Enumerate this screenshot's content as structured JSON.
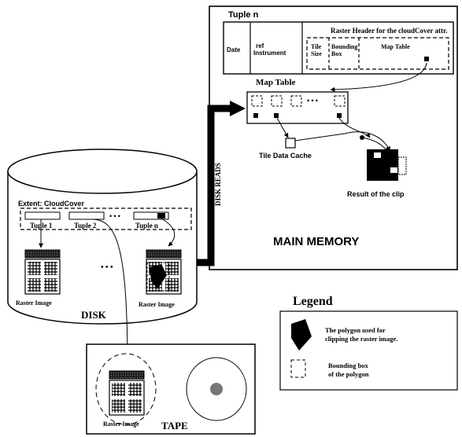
{
  "main_memory": {
    "label": "MAIN MEMORY",
    "tuple_title": "Tuple n",
    "header_title": "Raster Header for the cloudCover attr.",
    "cols": {
      "date": "Date",
      "ref_line1": "ref",
      "ref_line2": "Instrument",
      "tile_line1": "Tile",
      "tile_line2": "Size",
      "bbox_line1": "Bounding",
      "bbox_line2": "Box",
      "map": "Map Table"
    },
    "map_table_label": "Map Table",
    "ellipsis": "• • •",
    "tile_cache_label": "Tile Data Cache",
    "result_label": "Result of the clip"
  },
  "disk_reads": "DISK READS",
  "disk": {
    "label": "DISK",
    "extent_label": "Extent: CloudCover",
    "tuple1": "Tuple 1",
    "tuple2": "Tuple 2",
    "tuplen": "Tuple  n",
    "ellipsis": "• • •",
    "raster_left": "Raster Image",
    "raster_right": "Raster Image",
    "dots": "• • •"
  },
  "tape": {
    "label": "TAPE",
    "raster": "Raster Image"
  },
  "legend": {
    "title": "Legend",
    "poly_line1": "The polygon used for",
    "poly_line2": "clipping the raster image.",
    "bbox_line1": "Bounding box",
    "bbox_line2": "of the polygon"
  }
}
